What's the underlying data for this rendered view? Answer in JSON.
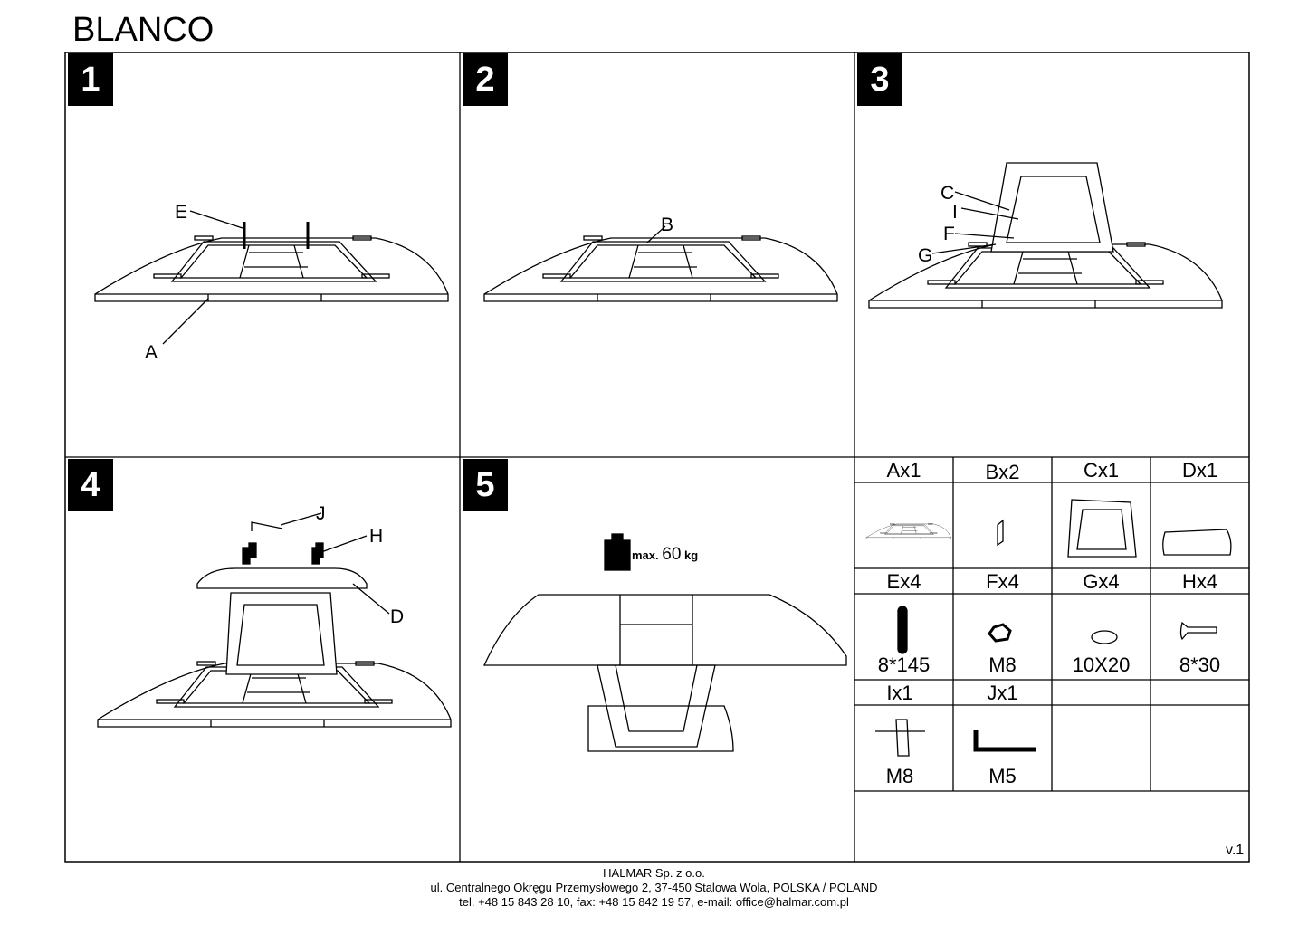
{
  "title": "BLANCO",
  "steps": [
    "1",
    "2",
    "3",
    "4",
    "5"
  ],
  "callouts": {
    "E": "E",
    "A": "A",
    "B": "B",
    "C": "C",
    "I": "I",
    "F": "F",
    "G": "G",
    "J": "J",
    "H": "H",
    "D": "D"
  },
  "load": {
    "prefix": "max.",
    "value": "60",
    "unit": "kg"
  },
  "parts": [
    {
      "name": "Ax1",
      "size": ""
    },
    {
      "name": "Bx2",
      "size": ""
    },
    {
      "name": "Cx1",
      "size": ""
    },
    {
      "name": "Dx1",
      "size": ""
    },
    {
      "name": "Ex4",
      "size": "8*145"
    },
    {
      "name": "Fx4",
      "size": "M8"
    },
    {
      "name": "Gx4",
      "size": "10X20"
    },
    {
      "name": "Hx4",
      "size": "8*30"
    },
    {
      "name": "Ix1",
      "size": "M8"
    },
    {
      "name": "Jx1",
      "size": "M5"
    }
  ],
  "version": "v.1",
  "footer": {
    "company": "HALMAR Sp. z o.o.",
    "address": "ul. Centralnego Okręgu Przemysłowego 2, 37-450 Stalowa Wola, POLSKA / POLAND",
    "contact": "tel. +48 15 843 28 10, fax: +48 15 842 19 57, e-mail: office@halmar.com.pl"
  }
}
